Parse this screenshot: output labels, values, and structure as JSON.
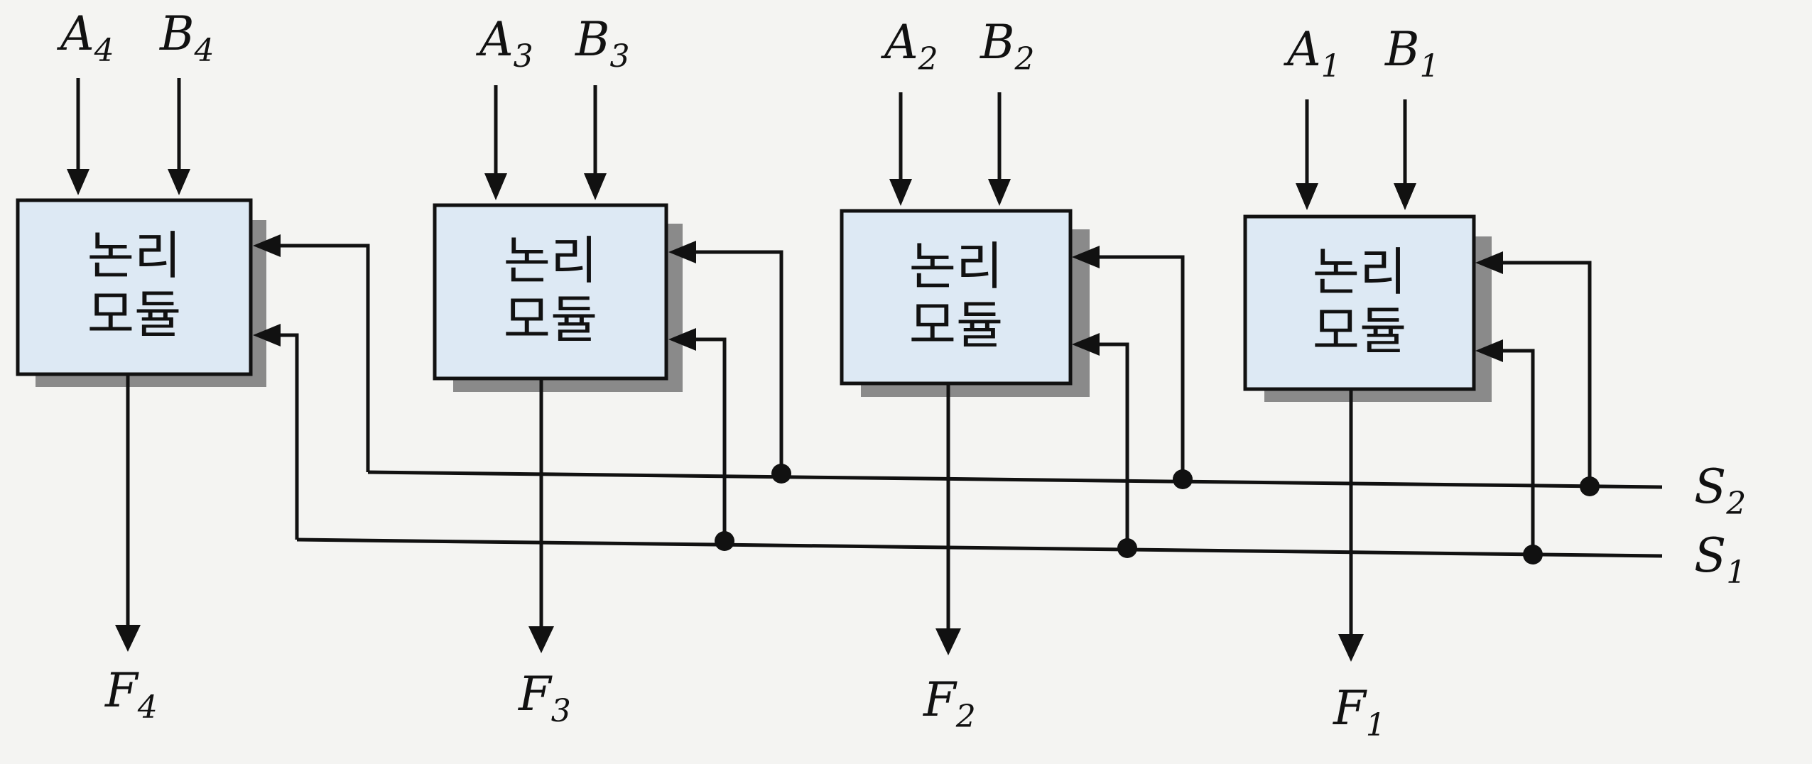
{
  "modules": [
    {
      "line1": "논리",
      "line2": "모듈",
      "in_a": "A",
      "in_b": "B",
      "index": "4",
      "out": "F"
    },
    {
      "line1": "논리",
      "line2": "모듈",
      "in_a": "A",
      "in_b": "B",
      "index": "3",
      "out": "F"
    },
    {
      "line1": "논리",
      "line2": "모듈",
      "in_a": "A",
      "in_b": "B",
      "index": "2",
      "out": "F"
    },
    {
      "line1": "논리",
      "line2": "모듈",
      "in_a": "A",
      "in_b": "B",
      "index": "1",
      "out": "F"
    }
  ],
  "select_lines": [
    {
      "name": "S",
      "index": "2"
    },
    {
      "name": "S",
      "index": "1"
    }
  ]
}
